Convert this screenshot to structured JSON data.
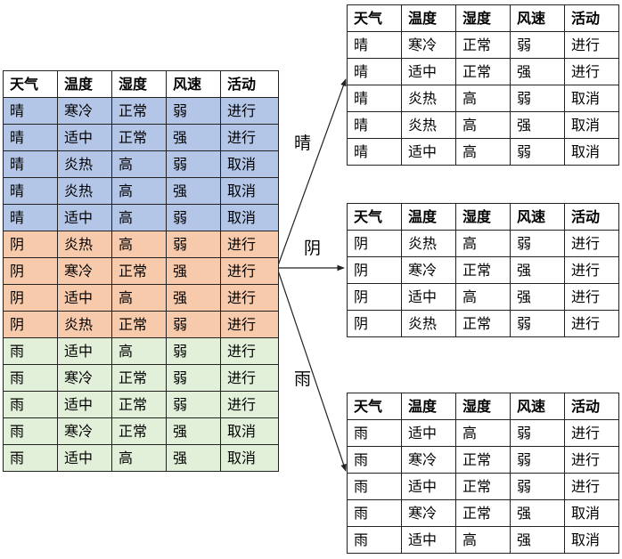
{
  "headers": [
    "天气",
    "温度",
    "湿度",
    "风速",
    "活动"
  ],
  "main_table": {
    "rows": [
      {
        "group": "sunny",
        "cells": [
          "晴",
          "寒冷",
          "正常",
          "弱",
          "进行"
        ]
      },
      {
        "group": "sunny",
        "cells": [
          "晴",
          "适中",
          "正常",
          "强",
          "进行"
        ]
      },
      {
        "group": "sunny",
        "cells": [
          "晴",
          "炎热",
          "高",
          "弱",
          "取消"
        ]
      },
      {
        "group": "sunny",
        "cells": [
          "晴",
          "炎热",
          "高",
          "强",
          "取消"
        ]
      },
      {
        "group": "sunny",
        "cells": [
          "晴",
          "适中",
          "高",
          "弱",
          "取消"
        ]
      },
      {
        "group": "cloudy",
        "cells": [
          "阴",
          "炎热",
          "高",
          "弱",
          "进行"
        ]
      },
      {
        "group": "cloudy",
        "cells": [
          "阴",
          "寒冷",
          "正常",
          "强",
          "进行"
        ]
      },
      {
        "group": "cloudy",
        "cells": [
          "阴",
          "适中",
          "高",
          "强",
          "进行"
        ]
      },
      {
        "group": "cloudy",
        "cells": [
          "阴",
          "炎热",
          "正常",
          "弱",
          "进行"
        ]
      },
      {
        "group": "rainy",
        "cells": [
          "雨",
          "适中",
          "高",
          "弱",
          "进行"
        ]
      },
      {
        "group": "rainy",
        "cells": [
          "雨",
          "寒冷",
          "正常",
          "弱",
          "进行"
        ]
      },
      {
        "group": "rainy",
        "cells": [
          "雨",
          "适中",
          "正常",
          "弱",
          "进行"
        ]
      },
      {
        "group": "rainy",
        "cells": [
          "雨",
          "寒冷",
          "正常",
          "强",
          "取消"
        ]
      },
      {
        "group": "rainy",
        "cells": [
          "雨",
          "适中",
          "高",
          "强",
          "取消"
        ]
      }
    ]
  },
  "branches": [
    {
      "label": "晴",
      "rows": [
        [
          "晴",
          "寒冷",
          "正常",
          "弱",
          "进行"
        ],
        [
          "晴",
          "适中",
          "正常",
          "强",
          "进行"
        ],
        [
          "晴",
          "炎热",
          "高",
          "弱",
          "取消"
        ],
        [
          "晴",
          "炎热",
          "高",
          "强",
          "取消"
        ],
        [
          "晴",
          "适中",
          "高",
          "弱",
          "取消"
        ]
      ]
    },
    {
      "label": "阴",
      "rows": [
        [
          "阴",
          "炎热",
          "高",
          "弱",
          "进行"
        ],
        [
          "阴",
          "寒冷",
          "正常",
          "强",
          "进行"
        ],
        [
          "阴",
          "适中",
          "高",
          "强",
          "进行"
        ],
        [
          "阴",
          "炎热",
          "正常",
          "弱",
          "进行"
        ]
      ]
    },
    {
      "label": "雨",
      "rows": [
        [
          "雨",
          "适中",
          "高",
          "弱",
          "进行"
        ],
        [
          "雨",
          "寒冷",
          "正常",
          "弱",
          "进行"
        ],
        [
          "雨",
          "适中",
          "正常",
          "弱",
          "进行"
        ],
        [
          "雨",
          "寒冷",
          "正常",
          "强",
          "取消"
        ],
        [
          "雨",
          "适中",
          "高",
          "强",
          "取消"
        ]
      ]
    }
  ],
  "colors": {
    "sunny": "#b4c6e7",
    "cloudy": "#f7caac",
    "rainy": "#e2efd9"
  }
}
